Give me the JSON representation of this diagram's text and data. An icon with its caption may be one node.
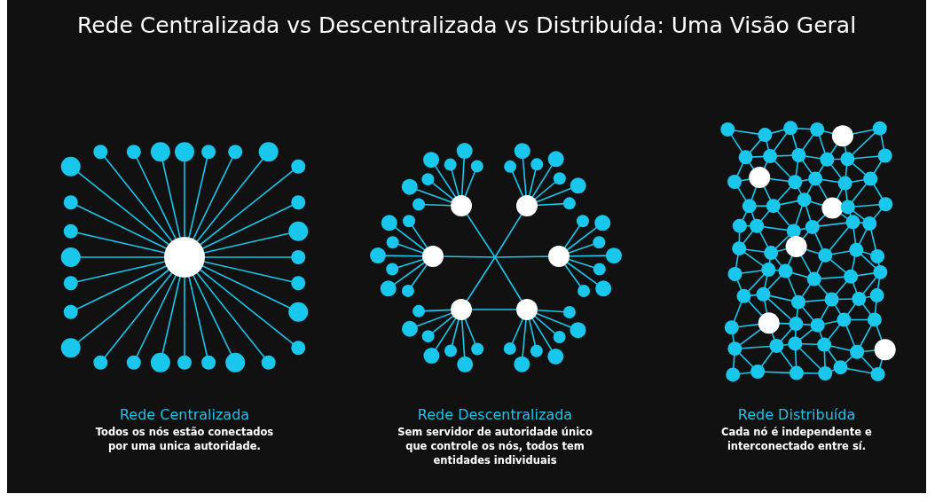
{
  "diagram": {
    "title": "Rede Centralizada vs Descentralizada vs Distribuída: Uma Visão Geral",
    "labels": [
      "Rede Centralizada",
      "Todos os nós estão conectados por uma unica autoridade.",
      "Rede Descentralizada",
      "Sem servidor de autoridade único que controle os nós, todos tem entidades individuais",
      "Rede Distribuída",
      "Cada nó é independente e interconectado entre sí."
    ]
  }
}
